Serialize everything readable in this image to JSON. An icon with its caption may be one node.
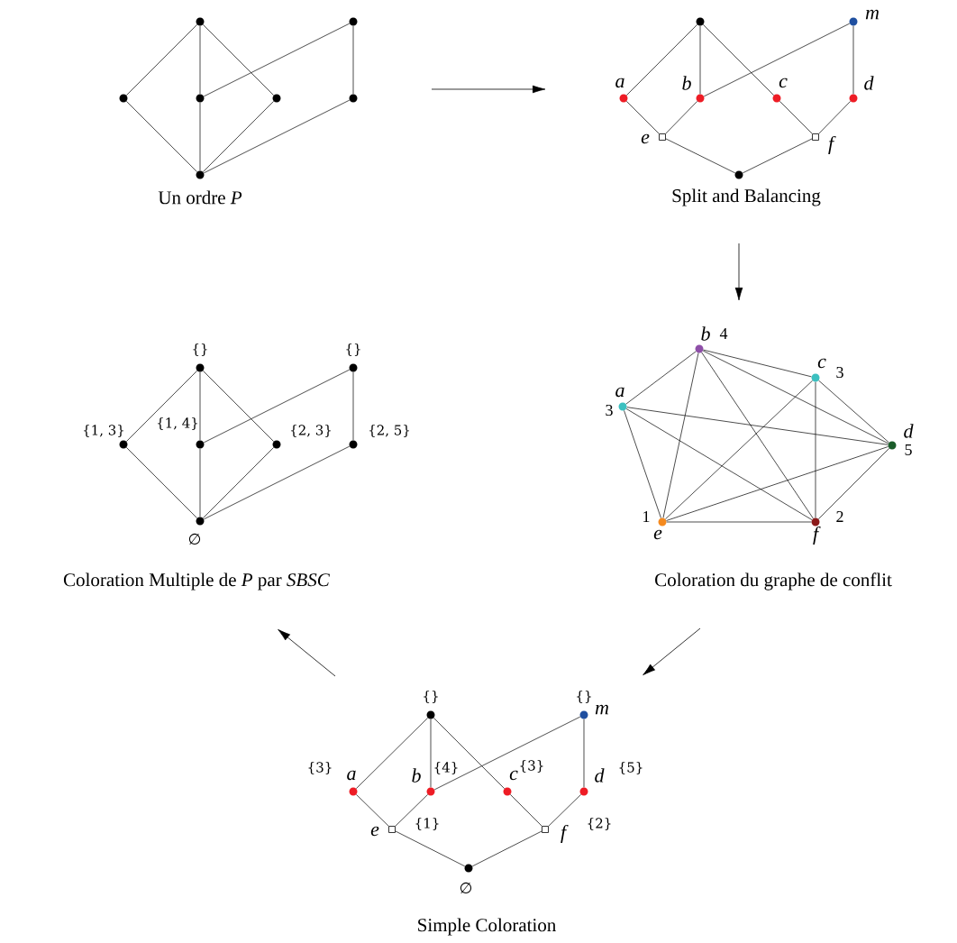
{
  "diagram": {
    "nodes": [
      {
        "text": [
          "Un ordre *P*"
        ]
      },
      {
        "text": [],
        "shape": "circle"
      },
      {
        "text": [],
        "shape": "circle"
      },
      {
        "text": [],
        "shape": "circle"
      },
      {
        "text": [],
        "shape": "circle"
      },
      {
        "text": [],
        "shape": "circle"
      },
      {
        "text": [],
        "shape": "circle"
      },
      {
        "text": [],
        "shape": "circle"
      },
      {
        "text": [
          "Split and Balancing"
        ]
      },
      {
        "text": [],
        "shape": "circle"
      },
      {
        "text": [
          "m"
        ]
      },
      {
        "text": [
          "a"
        ]
      },
      {
        "text": [
          "b"
        ]
      },
      {
        "text": [
          "c"
        ]
      },
      {
        "text": [
          "d"
        ]
      },
      {
        "text": [
          "e"
        ]
      },
      {
        "text": [
          "f"
        ]
      },
      {
        "text": [],
        "shape": "circle"
      },
      {
        "text": [
          "Coloration Multiple de *P* par *SBSC*"
        ]
      },
      {
        "text": [
          "{}"
        ]
      },
      {
        "text": [
          "{}"
        ]
      },
      {
        "text": [
          "{1, 3}"
        ]
      },
      {
        "text": [
          "{1, 4}"
        ]
      },
      {
        "text": [
          "{2, 3}"
        ]
      },
      {
        "text": [
          "{2, 5}"
        ]
      },
      {
        "text": [
          "∅"
        ]
      },
      {
        "text": [
          "Coloration du graphe de conflit"
        ]
      },
      {
        "text": [
          "b",
          "4"
        ]
      },
      {
        "text": [
          "c",
          "3"
        ]
      },
      {
        "text": [
          "a",
          "3"
        ]
      },
      {
        "text": [
          "d",
          "5"
        ]
      },
      {
        "text": [
          "e",
          "1"
        ]
      },
      {
        "text": [
          "f",
          "2"
        ]
      },
      {
        "text": [
          "Simple Coloration"
        ]
      },
      {
        "text": [
          "{}"
        ]
      },
      {
        "text": [
          "{}",
          "m"
        ]
      },
      {
        "text": [
          "a",
          "{3}"
        ]
      },
      {
        "text": [
          "b",
          "{4}"
        ]
      },
      {
        "text": [
          "c",
          "{3}"
        ]
      },
      {
        "text": [
          "d",
          "{5}"
        ]
      },
      {
        "text": [
          "e",
          "{1}"
        ]
      },
      {
        "text": [
          "f",
          "{2}"
        ]
      },
      {
        "text": [
          "∅"
        ]
      }
    ],
    "edges": [
      {
        "from": 1,
        "to": 3,
        "arrow": "none"
      },
      {
        "from": 1,
        "to": 4,
        "arrow": "none"
      },
      {
        "from": 1,
        "to": 5,
        "arrow": "none"
      },
      {
        "from": 2,
        "to": 4,
        "arrow": "none"
      },
      {
        "from": 2,
        "to": 6,
        "arrow": "none"
      },
      {
        "from": 3,
        "to": 7,
        "arrow": "none"
      },
      {
        "from": 4,
        "to": 7,
        "arrow": "none"
      },
      {
        "from": 5,
        "to": 7,
        "arrow": "none"
      },
      {
        "from": 6,
        "to": 7,
        "arrow": "none"
      },
      {
        "from": 9,
        "to": 11,
        "arrow": "none"
      },
      {
        "from": 9,
        "to": 12,
        "arrow": "none"
      },
      {
        "from": 9,
        "to": 13,
        "arrow": "none"
      },
      {
        "from": 10,
        "to": 12,
        "arrow": "none"
      },
      {
        "from": 10,
        "to": 14,
        "arrow": "none"
      },
      {
        "from": 11,
        "to": 15,
        "arrow": "none"
      },
      {
        "from": 12,
        "to": 15,
        "arrow": "none"
      },
      {
        "from": 13,
        "to": 16,
        "arrow": "none"
      },
      {
        "from": 14,
        "to": 16,
        "arrow": "none"
      },
      {
        "from": 15,
        "to": 17,
        "arrow": "none"
      },
      {
        "from": 16,
        "to": 17,
        "arrow": "none"
      },
      {
        "from": 19,
        "to": 21,
        "arrow": "none"
      },
      {
        "from": 19,
        "to": 22,
        "arrow": "none"
      },
      {
        "from": 19,
        "to": 23,
        "arrow": "none"
      },
      {
        "from": 20,
        "to": 22,
        "arrow": "none"
      },
      {
        "from": 20,
        "to": 24,
        "arrow": "none"
      },
      {
        "from": 21,
        "to": 25,
        "arrow": "none"
      },
      {
        "from": 22,
        "to": 25,
        "arrow": "none"
      },
      {
        "from": 23,
        "to": 25,
        "arrow": "none"
      },
      {
        "from": 24,
        "to": 25,
        "arrow": "none"
      },
      {
        "from": 29,
        "to": 27,
        "arrow": "none"
      },
      {
        "from": 29,
        "to": 30,
        "arrow": "none"
      },
      {
        "from": 29,
        "to": 31,
        "arrow": "none"
      },
      {
        "from": 29,
        "to": 32,
        "arrow": "none"
      },
      {
        "from": 27,
        "to": 28,
        "arrow": "none"
      },
      {
        "from": 27,
        "to": 30,
        "arrow": "none"
      },
      {
        "from": 27,
        "to": 31,
        "arrow": "none"
      },
      {
        "from": 27,
        "to": 32,
        "arrow": "none"
      },
      {
        "from": 28,
        "to": 30,
        "arrow": "none"
      },
      {
        "from": 28,
        "to": 31,
        "arrow": "none"
      },
      {
        "from": 28,
        "to": 32,
        "arrow": "none"
      },
      {
        "from": 30,
        "to": 31,
        "arrow": "none"
      },
      {
        "from": 30,
        "to": 32,
        "arrow": "none"
      },
      {
        "from": 31,
        "to": 32,
        "arrow": "none"
      },
      {
        "from": 34,
        "to": 36,
        "arrow": "none"
      },
      {
        "from": 34,
        "to": 37,
        "arrow": "none"
      },
      {
        "from": 34,
        "to": 38,
        "arrow": "none"
      },
      {
        "from": 35,
        "to": 37,
        "arrow": "none"
      },
      {
        "from": 35,
        "to": 39,
        "arrow": "none"
      },
      {
        "from": 36,
        "to": 40,
        "arrow": "none"
      },
      {
        "from": 37,
        "to": 40,
        "arrow": "none"
      },
      {
        "from": 38,
        "to": 41,
        "arrow": "none"
      },
      {
        "from": 39,
        "to": 41,
        "arrow": "none"
      },
      {
        "from": 40,
        "to": 42,
        "arrow": "none"
      },
      {
        "from": 41,
        "to": 42,
        "arrow": "none"
      }
    ]
  }
}
